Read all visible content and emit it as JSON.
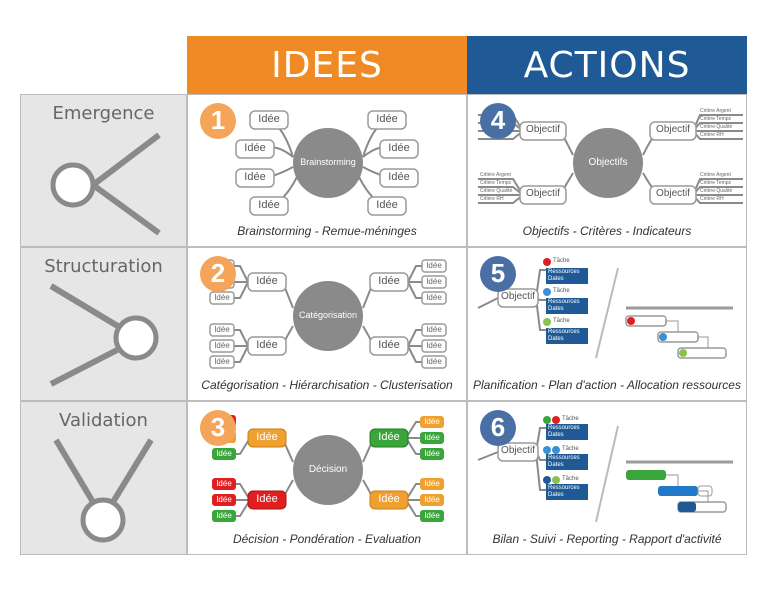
{
  "headers": {
    "ideas": "IDEES",
    "actions": "ACTIONS"
  },
  "rows": [
    {
      "label": "Emergence"
    },
    {
      "label": "Structuration"
    },
    {
      "label": "Validation"
    }
  ],
  "panels": {
    "p1": {
      "number": "1",
      "center": "Brainstorming",
      "node": "Idée",
      "caption": "Brainstorming - Remue-méninges"
    },
    "p2": {
      "number": "2",
      "center": "Catégorisation",
      "node": "Idée",
      "caption": "Catégorisation - Hiérarchisation - Clusterisation"
    },
    "p3": {
      "number": "3",
      "center": "Décision",
      "node": "Idée",
      "caption": "Décision - Pondération - Evaluation"
    },
    "p4": {
      "number": "4",
      "center": "Objectifs",
      "node": "Objectif",
      "criteria": [
        "Critère Argent",
        "Critère Temps",
        "Critère Qualité",
        "Critère RH"
      ],
      "caption": "Objectifs - Critères - Indicateurs"
    },
    "p5": {
      "number": "5",
      "node": "Objectif",
      "task": "Tâche",
      "res1": "Ressources",
      "res2": "Dates",
      "caption": "Planification - Plan d'action - Allocation ressources"
    },
    "p6": {
      "number": "6",
      "node": "Objectif",
      "task": "Tâche",
      "res1": "Ressources",
      "res2": "Dates",
      "caption": "Bilan - Suivi - Reporting - Rapport d'activité"
    }
  },
  "colors": {
    "orange": "#f08a24",
    "blue": "#1f5a96",
    "grey": "#8a8a8a",
    "red": "#e02020",
    "green": "#3aa53a"
  }
}
